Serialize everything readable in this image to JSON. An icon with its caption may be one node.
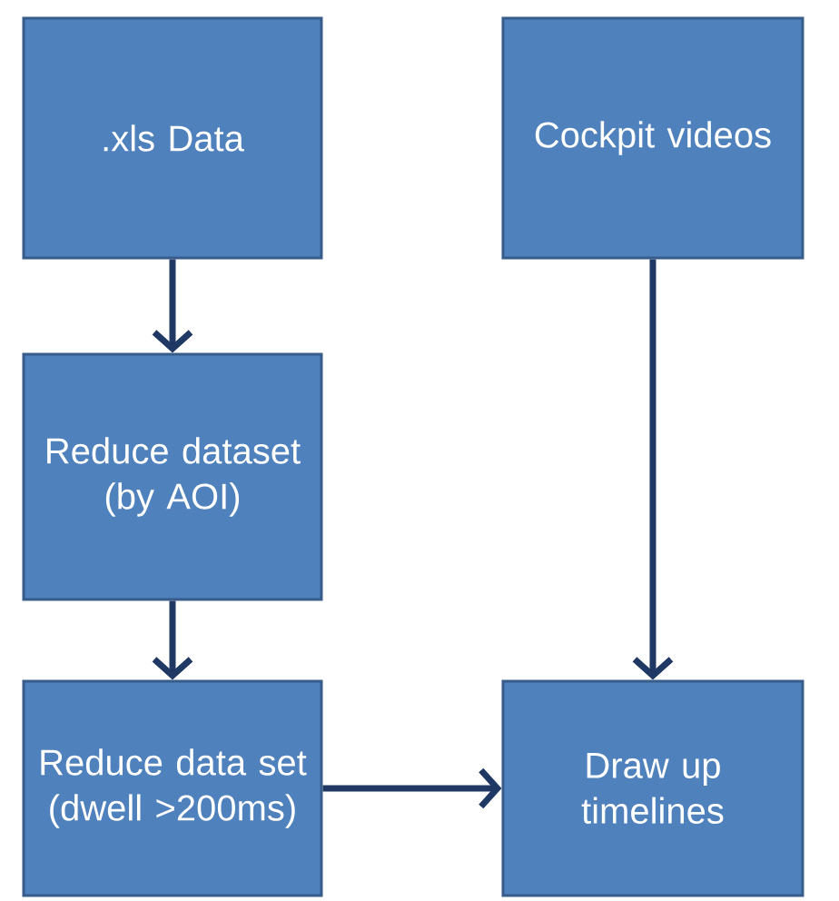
{
  "diagram": {
    "nodes": [
      {
        "text": [
          ".xls Data"
        ]
      },
      {
        "text": [
          "Cockpit videos"
        ]
      },
      {
        "text": [
          "Reduce dataset (by AOI)"
        ]
      },
      {
        "text": [
          "Reduce data set (dwell >200ms)"
        ]
      },
      {
        "text": [
          "Draw up timelines"
        ]
      }
    ],
    "edges": [
      {
        "from": 0,
        "to": 2,
        "arrow": "to"
      },
      {
        "from": 2,
        "to": 3,
        "arrow": "to"
      },
      {
        "from": 3,
        "to": 4,
        "arrow": "to"
      },
      {
        "from": 1,
        "to": 4,
        "arrow": "to"
      }
    ]
  }
}
